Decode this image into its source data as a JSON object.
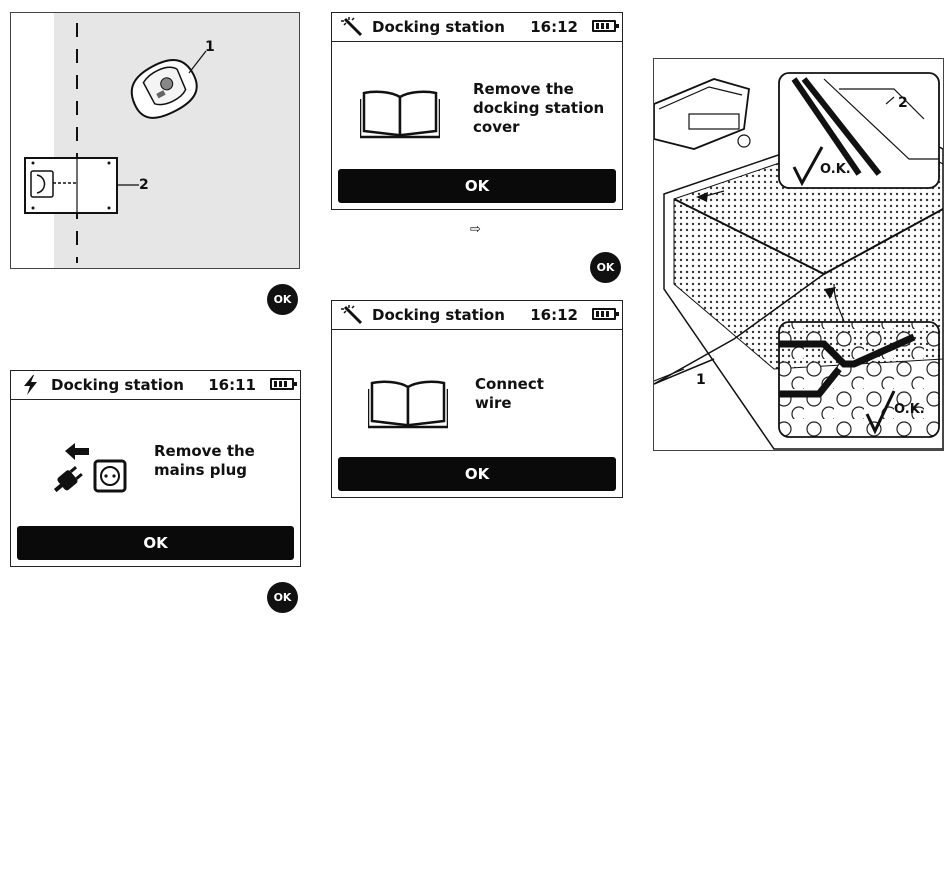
{
  "figure_left": {
    "callout_1": "1",
    "callout_2": "2"
  },
  "ok_button_label": "OK",
  "screen_a": {
    "title": "Docking station",
    "time": "16:11",
    "message": "Remove the\nmains plug",
    "ok_label": "OK",
    "icon": "lightning-icon",
    "content_icon": "unplug-mains-icon"
  },
  "screen_b": {
    "title": "Docking station",
    "time": "16:12",
    "message": "Remove the\ndocking station\ncover",
    "ok_label": "OK",
    "icon": "magic-wand-icon",
    "content_icon": "manual-book-icon"
  },
  "screen_c": {
    "title": "Docking station",
    "time": "16:12",
    "message": "Connect\nwire",
    "ok_label": "OK",
    "icon": "magic-wand-icon",
    "content_icon": "manual-book-icon"
  },
  "figure_right": {
    "callout_1": "1",
    "callout_2": "2",
    "ok_text_top": "O.K.",
    "ok_text_bottom": "O.K."
  },
  "colors": {
    "panel_gray": "#e6e6e6",
    "lcd_black": "#0a0a0a"
  }
}
